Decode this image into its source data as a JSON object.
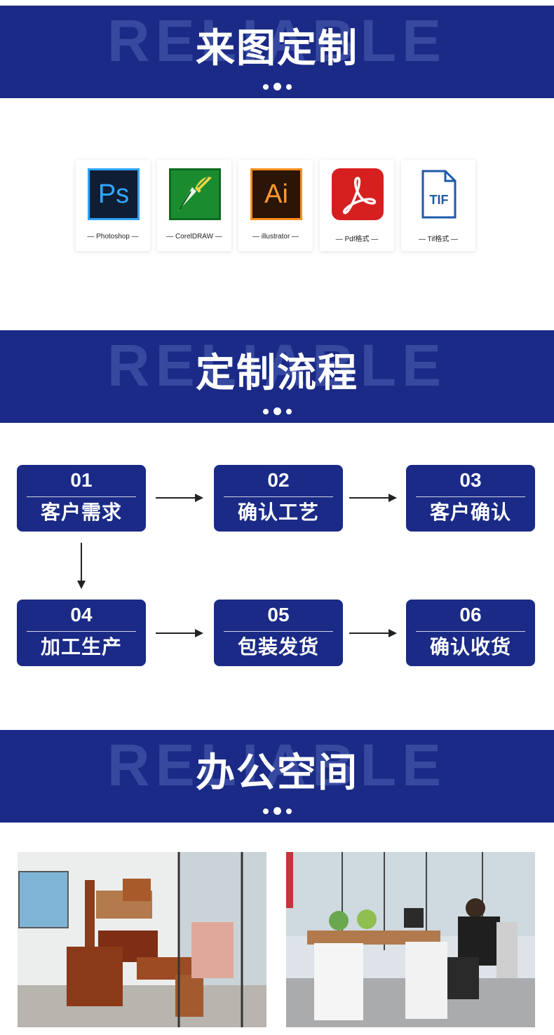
{
  "sections": [
    {
      "ghost": "RELIABLE",
      "title": "来图定制"
    },
    {
      "ghost": "RELIABLE",
      "title": "定制流程"
    },
    {
      "ghost": "RELIABLE",
      "title": "办公空间"
    }
  ],
  "software": [
    {
      "icon": "photoshop-icon",
      "text": "Ps",
      "label": "— Photoshop —"
    },
    {
      "icon": "coreldraw-icon",
      "text": "",
      "label": "— CorelDRAW —"
    },
    {
      "icon": "illustrator-icon",
      "text": "Ai",
      "label": "— illustrator —"
    },
    {
      "icon": "pdf-icon",
      "text": "",
      "label": "— Pdf格式 —"
    },
    {
      "icon": "tif-file-icon",
      "text": "TIF",
      "label": "— Tif格式 —"
    }
  ],
  "process": [
    {
      "num": "01",
      "label": "客户需求"
    },
    {
      "num": "02",
      "label": "确认工艺"
    },
    {
      "num": "03",
      "label": "客户确认"
    },
    {
      "num": "04",
      "label": "加工生产"
    },
    {
      "num": "05",
      "label": "包装发货"
    },
    {
      "num": "06",
      "label": "确认收货"
    }
  ],
  "colors": {
    "brand_blue": "#1a2a86",
    "white": "#ffffff"
  }
}
